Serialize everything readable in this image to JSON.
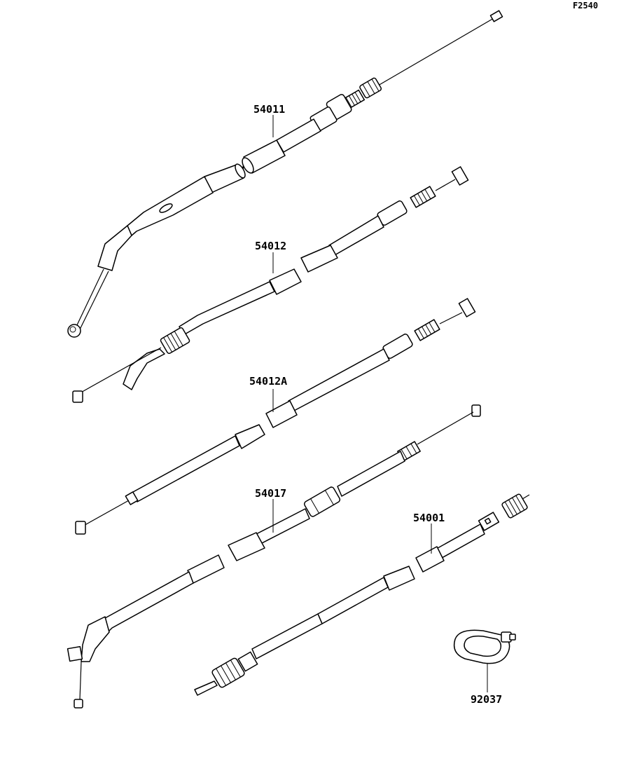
{
  "figure_code": "F2540",
  "parts": [
    {
      "number": "54011"
    },
    {
      "number": "54012"
    },
    {
      "number": "54012A"
    },
    {
      "number": "54017"
    },
    {
      "number": "54001"
    },
    {
      "number": "92037"
    }
  ]
}
